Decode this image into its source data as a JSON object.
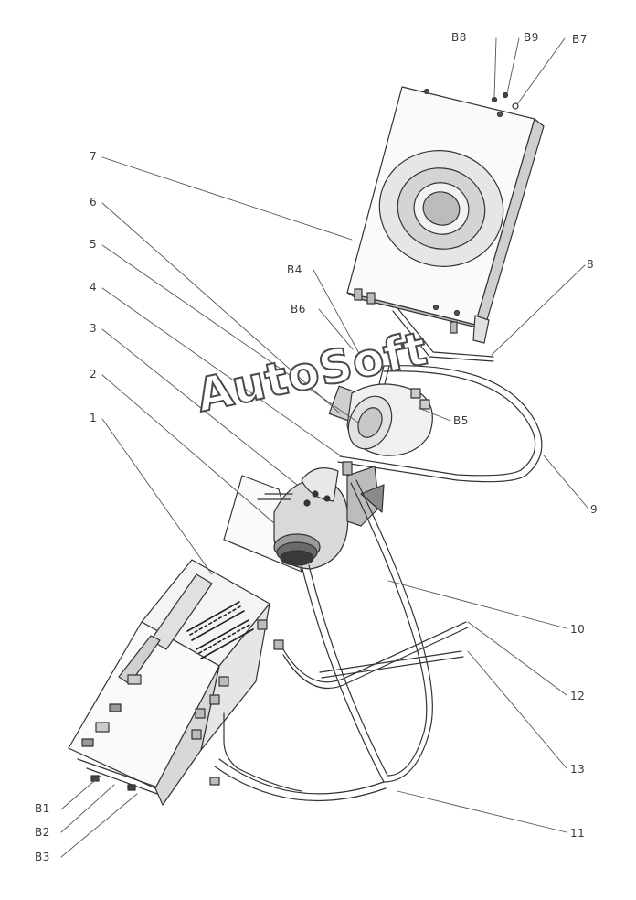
{
  "watermark": "AutoSoft",
  "labels": {
    "n1": "1",
    "n2": "2",
    "n3": "3",
    "n4": "4",
    "n5": "5",
    "n6": "6",
    "n7": "7",
    "n8": "8",
    "n9": "9",
    "n10": "10",
    "n11": "11",
    "n12": "12",
    "n13": "13",
    "b1": "B1",
    "b2": "B2",
    "b3": "B3",
    "b4": "B4",
    "b5": "B5",
    "b6": "B6",
    "b7": "B7",
    "b8": "B8",
    "b9": "B9"
  }
}
